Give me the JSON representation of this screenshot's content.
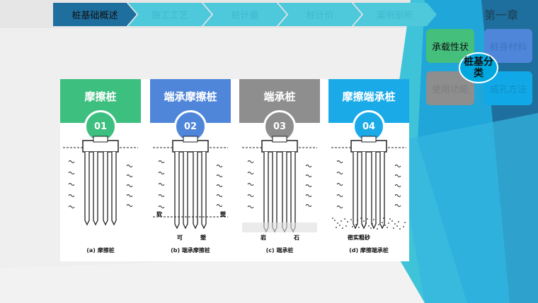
{
  "nav": {
    "items": [
      "桩基础概述",
      "施工工艺",
      "桩计量",
      "桩计价",
      "案例剖析"
    ],
    "chapter": "第一章"
  },
  "classify": {
    "hub": "桩基分类",
    "tiles": [
      "承载性状",
      "桩身材料",
      "使用功能",
      "成孔方法"
    ]
  },
  "piles": [
    {
      "title": "摩擦桩",
      "num": "01",
      "caption": "(a) 摩擦桩",
      "color": "#3dbf7f",
      "soil": []
    },
    {
      "title": "端承摩擦桩",
      "num": "02",
      "caption": "(b) 端承摩擦桩",
      "color": "#4f86d9",
      "soil": [
        "软",
        "塑",
        "可",
        "塑"
      ]
    },
    {
      "title": "端承桩",
      "num": "03",
      "caption": "(c) 端承桩",
      "color": "#8e8e8e",
      "soil": [
        "岩",
        "石"
      ]
    },
    {
      "title": "摩擦端承桩",
      "num": "04",
      "caption": "(d) 摩擦端承桩",
      "color": "#1aaae8",
      "soil": [
        "密实粗砂"
      ]
    }
  ]
}
